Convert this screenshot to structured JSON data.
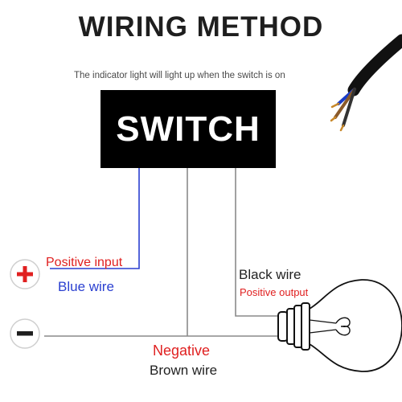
{
  "title": "WIRING METHOD",
  "subtitle": "The indicator light will light up when the switch is on",
  "switch_label": "SWITCH",
  "labels": {
    "positive_input": "Positive input",
    "blue_wire": "Blue wire",
    "black_wire": "Black wire",
    "positive_output": "Positive output",
    "negative": "Negative",
    "brown_wire": "Brown wire"
  },
  "terminal_symbols": {
    "plus": "+",
    "minus": "–"
  },
  "colors": {
    "positive_label": "#e02020",
    "blue_wire": "#2a3fd0",
    "wire_gray": "#888888",
    "switch_box": "#000000"
  },
  "icons": [
    "positive-terminal-icon",
    "negative-terminal-icon",
    "light-bulb-icon",
    "cable-icon"
  ]
}
